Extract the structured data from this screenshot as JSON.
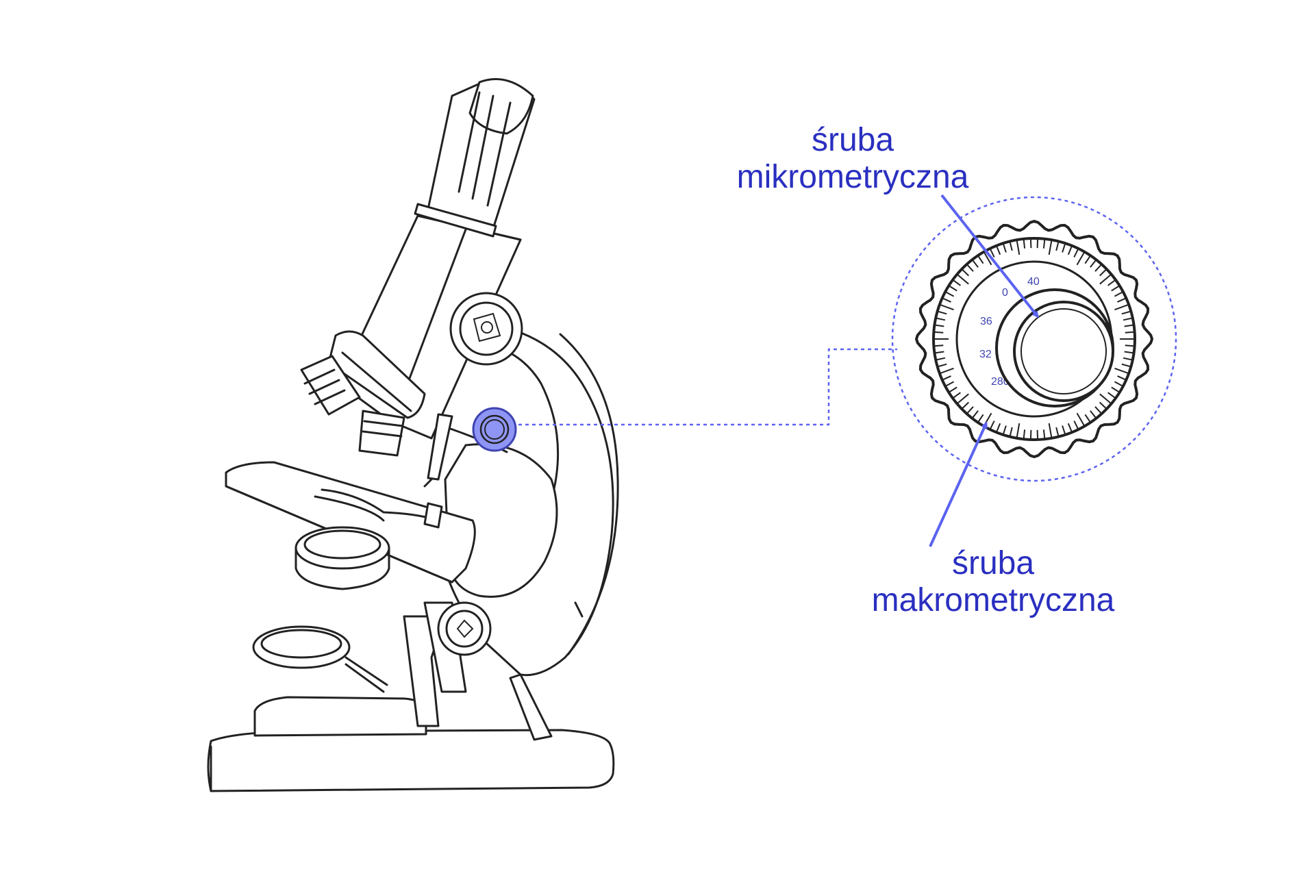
{
  "labels": {
    "fine_focus": [
      "śruba",
      "mikrometryczna"
    ],
    "coarse_focus": [
      "śruba",
      "makrometryczna"
    ]
  },
  "dial": {
    "scale_numbers": [
      "40",
      "36",
      "32",
      "280",
      "0",
      "0"
    ]
  },
  "colors": {
    "label": "#2a2fc0",
    "accent": "#5b63f0",
    "highlight_fill": "#8f95f5",
    "outline": "#222222"
  }
}
